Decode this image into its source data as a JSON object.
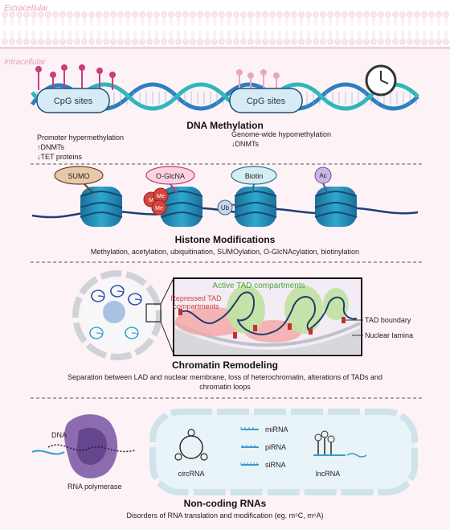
{
  "membrane": {
    "extracellular_label": "Extracellular",
    "intracellular_label": "Intracellular"
  },
  "dna_methylation": {
    "title": "DNA Methylation",
    "cpg_left": "CpG sites",
    "cpg_right": "CpG sites",
    "left_lines": [
      "Promoter hypermethylation",
      "↑DNMTs",
      "↓TET proteins"
    ],
    "right_lines": [
      "Genome-wide hypomethylation",
      "↓DNMTs"
    ]
  },
  "histone": {
    "title": "Histone Modifications",
    "subtitle": "Methylation, acetylation, ubiquitination, SUMOylation, O-GlcNAcylation, biotinylation",
    "tags": {
      "sumo": "SUMO",
      "oglcna": "O-GlcNA",
      "biotin": "Biotin",
      "ac": "Ac",
      "ub": "Ub",
      "me1": "M",
      "me2": "Me",
      "me3": "Me"
    }
  },
  "chromatin": {
    "title": "Chromatin Remodeling",
    "subtitle_lines": [
      "Separation between LAD and nuclear membrane, loss of heterochromatin, alterations of TADs and",
      "chromatin loops"
    ],
    "active_label": "Active TAD compartments",
    "repressed_label_lines": [
      "Repressed TAD",
      "compartments"
    ],
    "tad_boundary": "TAD boundary",
    "nuclear_lamina": "Nuclear lamina"
  },
  "ncrna": {
    "title": "Non-coding RNAs",
    "subtitle": "Disorders of RNA translation and modification (eg. m⁵C, m⁶A)",
    "dna_label": "DNA",
    "polymerase_label": "RNA polymerase",
    "circrna": "circRNA",
    "mirna": "miRNA",
    "pirna": "piRNA",
    "sirna": "siRNA",
    "lncrna": "lncRNA"
  },
  "colors": {
    "nucleosome": "#2ea7cf",
    "nucleosome_dark": "#1b6f9a",
    "methyl_pink": "#c7407e",
    "light_pink": "#e9a6c4",
    "methyl_red": "#d4453e",
    "active_green": "#bfe2a1",
    "repressed_red": "#f4a6a6",
    "rna_blue": "#3a9bd0",
    "vesicle": "#e8f4f7",
    "polymerase": "#8c6bb1"
  }
}
